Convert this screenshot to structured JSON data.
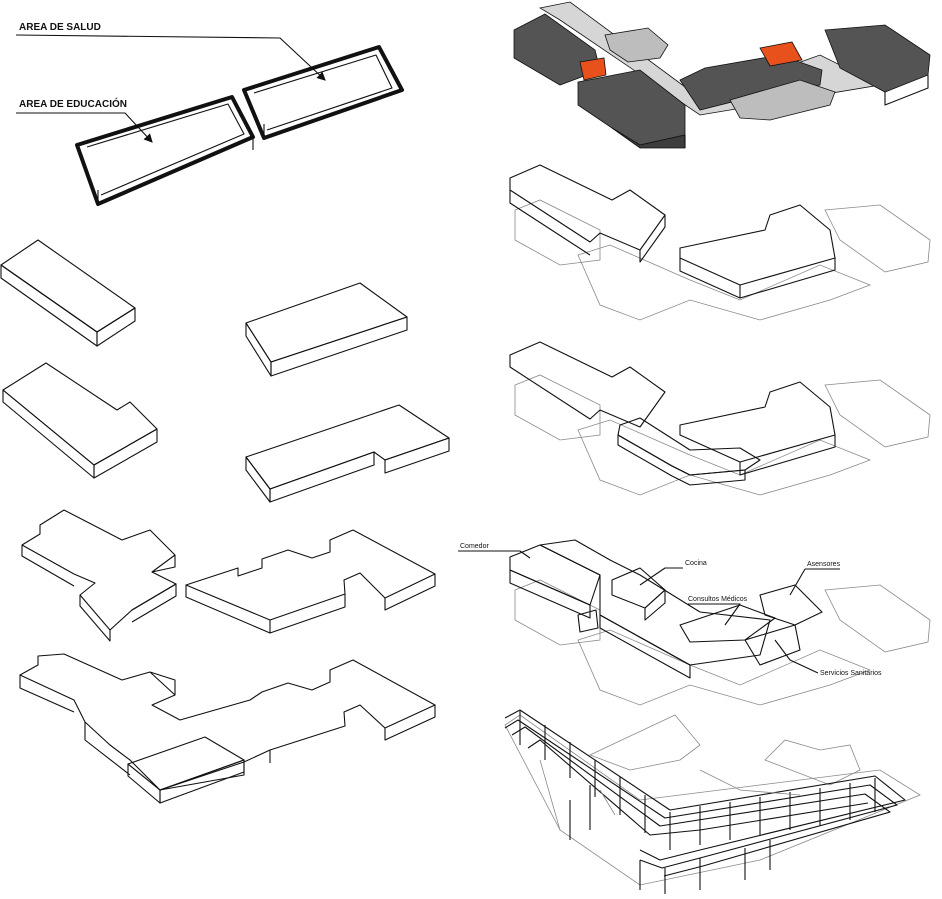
{
  "labels": {
    "area_salud": "AREA DE SALUD",
    "area_educacion": "AREA DE EDUCACIÓN",
    "comedor": "Comedor",
    "cocina": "Cocina",
    "consultos_medicos": "Consultos Médicos",
    "ascensores": "Asensores",
    "servicios_sanitarios": "Servicios Sanitarios"
  },
  "colors": {
    "accent_orange": "#e8501c",
    "dark_gray": "#545454",
    "mid_gray": "#a8a8a8",
    "light_gray": "#d6d6d6",
    "stroke": "#111111"
  }
}
